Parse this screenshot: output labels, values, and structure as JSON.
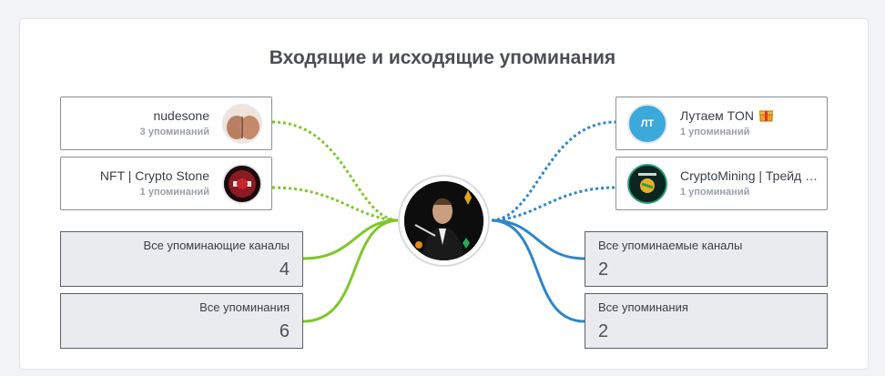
{
  "title": "Входящие и исходящие упоминания",
  "incoming": [
    {
      "name": "nudesone",
      "mentions": "3 упоминаний"
    },
    {
      "name": "NFT | Crypto Stone",
      "mentions": "1 упоминаний"
    }
  ],
  "outgoing": [
    {
      "name": "Лутаем TON",
      "mentions": "1 упоминаний",
      "avatar_text": "ЛТ"
    },
    {
      "name": "CryptoMining | Трейд …",
      "mentions": "1 упоминаний"
    }
  ],
  "stats_left": [
    {
      "label": "Все упоминающие каналы",
      "value": "4"
    },
    {
      "label": "Все упоминания",
      "value": "6"
    }
  ],
  "stats_right": [
    {
      "label": "Все упоминаемые каналы",
      "value": "2"
    },
    {
      "label": "Все упоминания",
      "value": "2"
    }
  ],
  "colors": {
    "incoming": "#7ec72a",
    "outgoing": "#2f86c8",
    "avatar_ton": "#3ba9dc"
  }
}
